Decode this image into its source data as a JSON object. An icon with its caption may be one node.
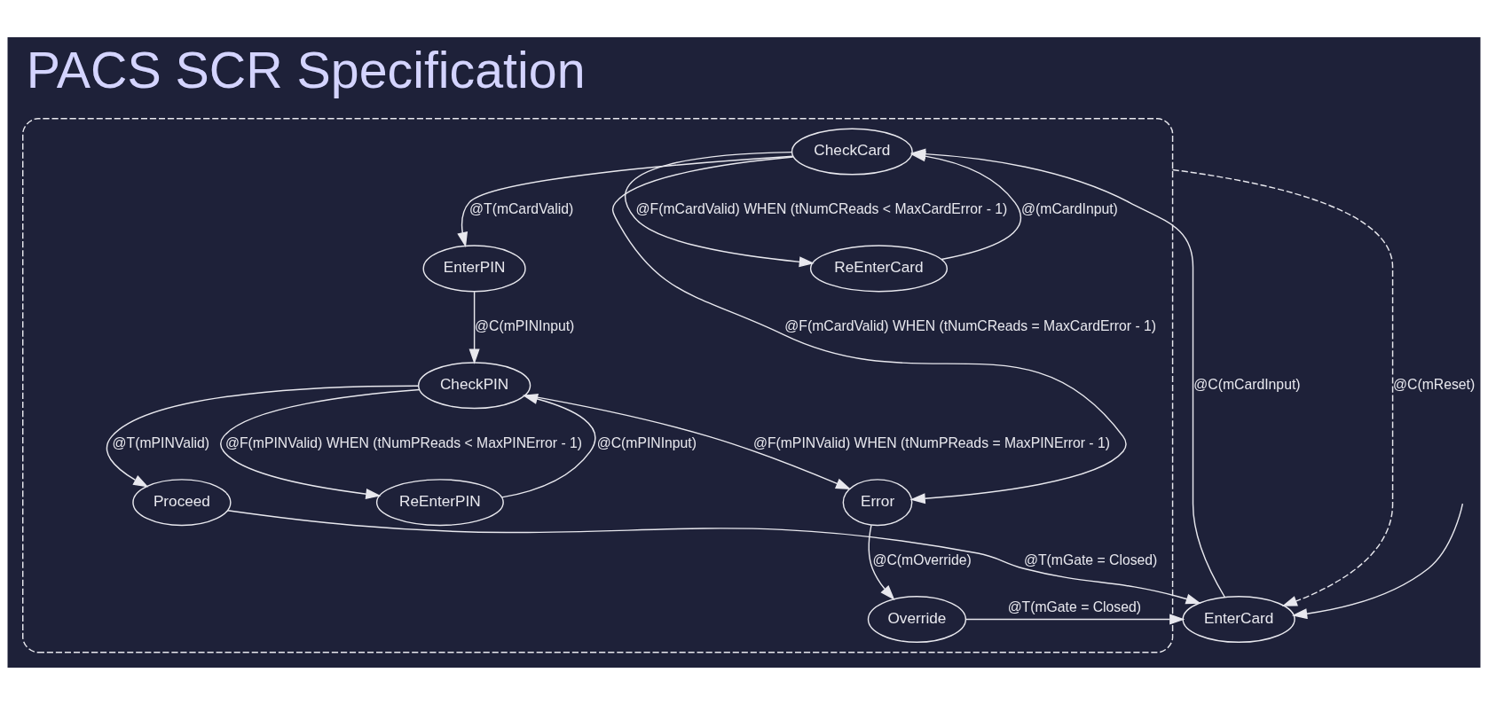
{
  "diagram": {
    "title": "PACS SCR Specification",
    "nodes": [
      {
        "text": [
          "EnterCard"
        ]
      },
      {
        "text": [],
        "shape": "box"
      },
      {
        "text": [
          "CheckCard"
        ],
        "in": 1
      },
      {
        "text": [
          "EnterPIN"
        ],
        "in": 1
      },
      {
        "text": [
          "CheckPIN"
        ],
        "in": 1
      },
      {
        "text": [
          "Proceed"
        ],
        "in": 1
      },
      {
        "text": [
          "ReEnterCard"
        ],
        "in": 1
      },
      {
        "text": [
          "ReEnterPIN"
        ],
        "in": 1
      },
      {
        "text": [
          "Error"
        ],
        "in": 1
      },
      {
        "text": [
          "Override"
        ],
        "in": 1
      }
    ],
    "edges": [
      {
        "from": null,
        "to": 0,
        "arrow": "to"
      },
      {
        "from": 0,
        "to": 2,
        "arrow": "to",
        "label": "@C(mCardInput)"
      },
      {
        "from": 2,
        "to": 3,
        "arrow": "to",
        "label": "@T(mCardValid)"
      },
      {
        "from": 3,
        "to": 4,
        "arrow": "to",
        "label": "@C(mPINInput)"
      },
      {
        "from": 2,
        "to": 6,
        "arrow": "to",
        "label": "@F(mCardValid) WHEN (tNumCReads < MaxCardError - 1)"
      },
      {
        "from": 6,
        "to": 2,
        "arrow": "to",
        "label": "@(mCardInput)"
      },
      {
        "from": 4,
        "to": 7,
        "arrow": "to",
        "label": "@F(mPINValid) WHEN (tNumPReads < MaxPINError - 1)"
      },
      {
        "from": 7,
        "to": 4,
        "arrow": "to",
        "label": "@C(mPINInput)"
      },
      {
        "from": 4,
        "to": 5,
        "arrow": "to",
        "label": "@T(mPINValid)"
      },
      {
        "from": 5,
        "to": 0,
        "arrow": "to",
        "label": "@T(mGate = Closed)"
      },
      {
        "from": 2,
        "to": 8,
        "arrow": "to",
        "label": "@F(mCardValid) WHEN (tNumCReads = MaxCardError - 1)"
      },
      {
        "from": 4,
        "to": 8,
        "arrow": "to",
        "label": "@F(mPINValid) WHEN (tNumPReads = MaxPINError - 1)"
      },
      {
        "from": 8,
        "to": 9,
        "arrow": "to",
        "label": "@C(mOverride)"
      },
      {
        "from": 9,
        "to": 0,
        "arrow": "to",
        "label": "@T(mGate = Closed)"
      },
      {
        "from": 1,
        "to": 0,
        "arrow": "to",
        "label": "@C(mReset)",
        "style": "dashed"
      }
    ]
  }
}
